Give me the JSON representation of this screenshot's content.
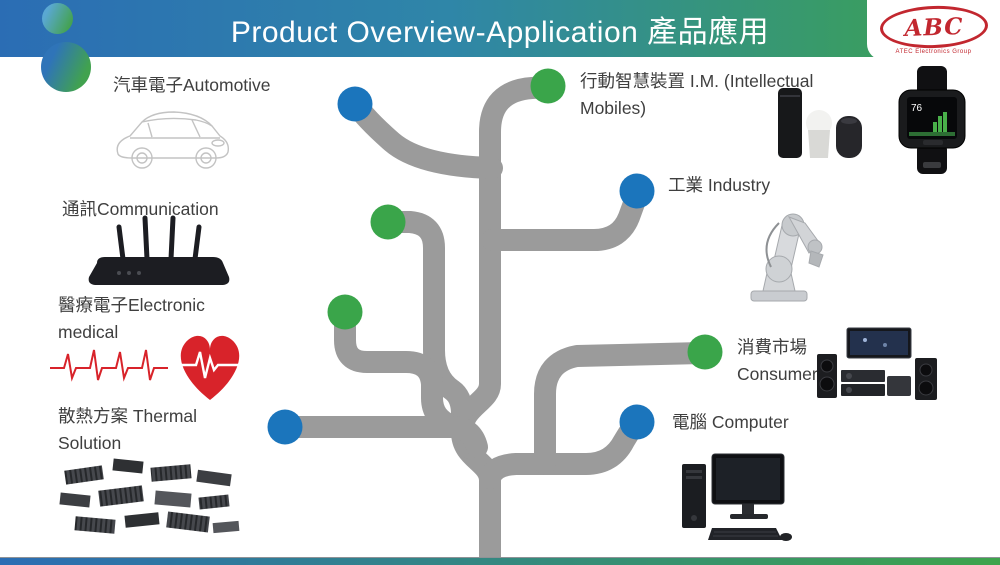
{
  "slide": {
    "title": "Product Overview-Application 產品應用",
    "logo": {
      "name": "ABC",
      "tagline": "ATEC Electronics Group"
    }
  },
  "colors": {
    "banner_blue": "#2b6db4",
    "banner_green": "#3da44c",
    "node_blue": "#1b75bc",
    "node_green": "#3aa54a",
    "tree_gray": "#9b9b9b",
    "logo_red": "#c2272f",
    "label_text": "#3f3f3f",
    "heart_red": "#d8232a"
  },
  "categories": [
    {
      "key": "automotive",
      "node": "blue",
      "label_lines": [
        "汽車電子Automotive"
      ]
    },
    {
      "key": "communication",
      "node": "green",
      "label_lines": [
        "通訊Communication"
      ]
    },
    {
      "key": "medical",
      "node": "green",
      "label_lines": [
        "醫療電子Electronic",
        "medical"
      ]
    },
    {
      "key": "thermal",
      "node": "blue",
      "label_lines": [
        "散熱方案 Thermal",
        "Solution"
      ]
    },
    {
      "key": "im",
      "node": "green",
      "label_lines": [
        "行動智慧裝置 I.M. (Intellectual",
        "Mobiles)"
      ]
    },
    {
      "key": "industry",
      "node": "blue",
      "label_lines": [
        "工業 Industry"
      ]
    },
    {
      "key": "consumer",
      "node": "green",
      "label_lines": [
        "消費市場",
        "Consumer"
      ]
    },
    {
      "key": "computer",
      "node": "blue",
      "label_lines": [
        "電腦 Computer"
      ]
    }
  ],
  "images": {
    "watch_value": "76"
  }
}
